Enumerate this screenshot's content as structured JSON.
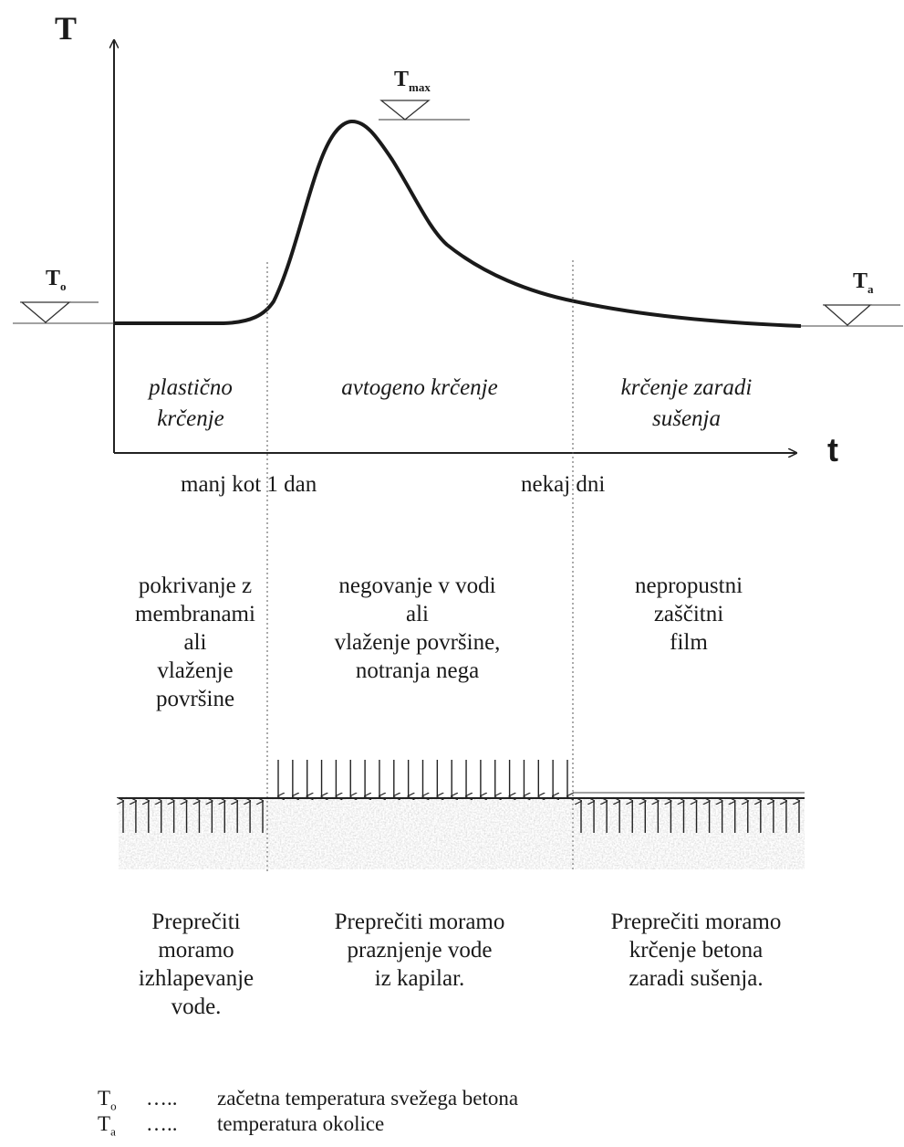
{
  "axis": {
    "y_label": "T",
    "x_label": "t"
  },
  "levels": {
    "t0": {
      "main": "T",
      "sub": "o"
    },
    "tmax": {
      "main": "T",
      "sub": "max"
    },
    "ta": {
      "main": "T",
      "sub": "a"
    }
  },
  "phases": [
    {
      "name": "plastično krčenje"
    },
    {
      "name": "avtogeno krčenje"
    },
    {
      "name": "krčenje zaradi sušenja"
    }
  ],
  "time_marks": [
    "manj kot 1 dan",
    "nekaj dni"
  ],
  "measures": [
    "pokrivanje z\nmembranami\nali\nvlaženje\npovršine",
    "negovanje v vodi\nali\nvlaženje površine,\nnotranja nega",
    "nepropustni\nzaščitni\nfilm"
  ],
  "goals": [
    "Preprečiti\nmoramo\nizhlapevanje\nvode.",
    "Preprečiti moramo\npraznjenje vode\niz kapilar.",
    "Preprečiti moramo\nkrčenje betona\nzaradi sušenja."
  ],
  "legend": [
    {
      "main": "T",
      "sub": "o",
      "dots": "…..",
      "text": "začetna temperatura svežega betona"
    },
    {
      "main": "T",
      "sub": "a",
      "dots": "…..",
      "text": "temperatura okolice"
    }
  ]
}
